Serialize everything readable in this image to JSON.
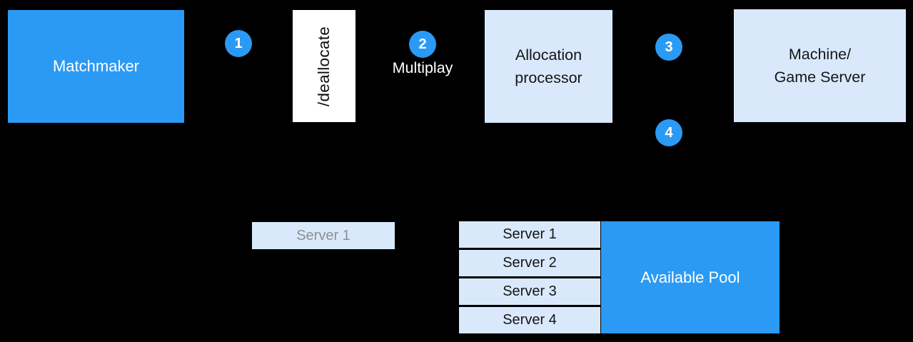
{
  "colors": {
    "accent_blue": "#2b9af4",
    "light_blue": "#d9e9fb",
    "background": "#000000",
    "muted_text": "#8c9095"
  },
  "nodes": {
    "matchmaker": {
      "label": "Matchmaker"
    },
    "deallocate_endpoint": {
      "label": "/deallocate"
    },
    "multiplay": {
      "label": "Multiplay"
    },
    "allocation_processor": {
      "label": "Allocation processor"
    },
    "machine_game_server": {
      "line1": "Machine/",
      "line2": "Game Server"
    },
    "available_pool": {
      "label": "Available Pool"
    }
  },
  "step_badges": [
    "1",
    "2",
    "3",
    "4"
  ],
  "deallocated_server": {
    "label": "Server 1"
  },
  "pool_servers": [
    "Server 1",
    "Server 2",
    "Server 3",
    "Server 4"
  ]
}
